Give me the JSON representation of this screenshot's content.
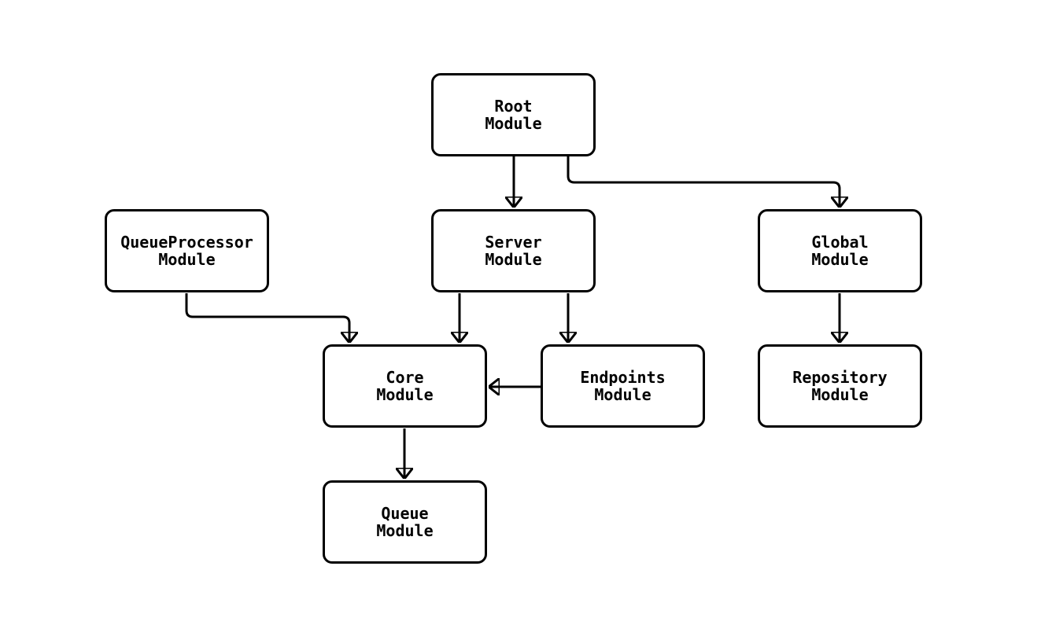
{
  "diagram": {
    "colors": {
      "background": "#ffffff",
      "node_fill": "#ffffff",
      "stroke": "#000000",
      "text": "#000000"
    },
    "nodes": {
      "root": {
        "line1": "Root",
        "line2": "Module"
      },
      "queueproc": {
        "line1": "QueueProcessor",
        "line2": "Module"
      },
      "server": {
        "line1": "Server",
        "line2": "Module"
      },
      "global": {
        "line1": "Global",
        "line2": "Module"
      },
      "core": {
        "line1": "Core",
        "line2": "Module"
      },
      "endpoints": {
        "line1": "Endpoints",
        "line2": "Module"
      },
      "repository": {
        "line1": "Repository",
        "line2": "Module"
      },
      "queue": {
        "line1": "Queue",
        "line2": "Module"
      }
    },
    "edges": [
      {
        "from": "Root Module",
        "to": "Server Module"
      },
      {
        "from": "Root Module",
        "to": "Global Module"
      },
      {
        "from": "QueueProcessor Module",
        "to": "Core Module"
      },
      {
        "from": "Server Module",
        "to": "Core Module"
      },
      {
        "from": "Server Module",
        "to": "Endpoints Module"
      },
      {
        "from": "Endpoints Module",
        "to": "Core Module"
      },
      {
        "from": "Global Module",
        "to": "Repository Module"
      },
      {
        "from": "Core Module",
        "to": "Queue Module"
      }
    ]
  }
}
